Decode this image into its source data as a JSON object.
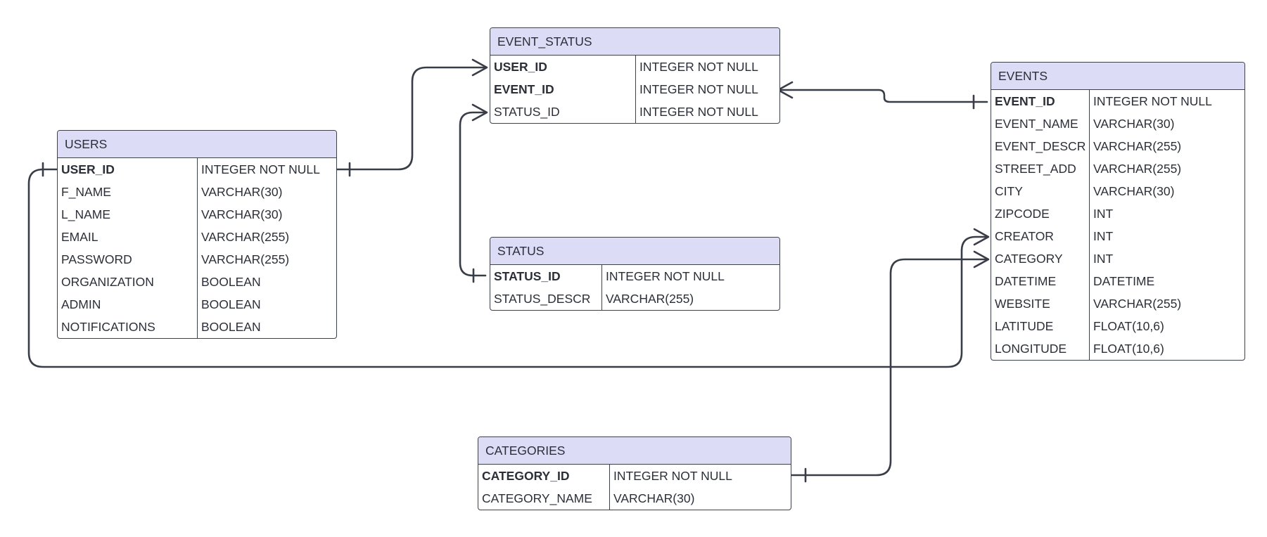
{
  "colors": {
    "header_fill": "#dcdcf7",
    "border": "#3c4049",
    "connector": "#383d47",
    "text": "#2b2f38"
  },
  "entities": {
    "users": {
      "title": "USERS",
      "fields": [
        {
          "name": "USER_ID",
          "type": "INTEGER NOT NULL",
          "key": true
        },
        {
          "name": "F_NAME",
          "type": "VARCHAR(30)",
          "key": false
        },
        {
          "name": "L_NAME",
          "type": "VARCHAR(30)",
          "key": false
        },
        {
          "name": "EMAIL",
          "type": "VARCHAR(255)",
          "key": false
        },
        {
          "name": "PASSWORD",
          "type": "VARCHAR(255)",
          "key": false
        },
        {
          "name": "ORGANIZATION",
          "type": "BOOLEAN",
          "key": false
        },
        {
          "name": "ADMIN",
          "type": "BOOLEAN",
          "key": false
        },
        {
          "name": "NOTIFICATIONS",
          "type": "BOOLEAN",
          "key": false
        }
      ]
    },
    "event_status": {
      "title": "EVENT_STATUS",
      "fields": [
        {
          "name": "USER_ID",
          "type": "INTEGER NOT NULL",
          "key": true
        },
        {
          "name": "EVENT_ID",
          "type": "INTEGER NOT NULL",
          "key": true
        },
        {
          "name": "STATUS_ID",
          "type": "INTEGER NOT NULL",
          "key": false
        }
      ]
    },
    "status": {
      "title": "STATUS",
      "fields": [
        {
          "name": "STATUS_ID",
          "type": "INTEGER NOT NULL",
          "key": true
        },
        {
          "name": "STATUS_DESCR",
          "type": "VARCHAR(255)",
          "key": false
        }
      ]
    },
    "categories": {
      "title": "CATEGORIES",
      "fields": [
        {
          "name": "CATEGORY_ID",
          "type": "INTEGER NOT NULL",
          "key": true
        },
        {
          "name": "CATEGORY_NAME",
          "type": "VARCHAR(30)",
          "key": false
        }
      ]
    },
    "events": {
      "title": "EVENTS",
      "fields": [
        {
          "name": "EVENT_ID",
          "type": "INTEGER NOT NULL",
          "key": true
        },
        {
          "name": "EVENT_NAME",
          "type": "VARCHAR(30)",
          "key": false
        },
        {
          "name": "EVENT_DESCR",
          "type": "VARCHAR(255)",
          "key": false
        },
        {
          "name": "STREET_ADD",
          "type": "VARCHAR(255)",
          "key": false
        },
        {
          "name": "CITY",
          "type": "VARCHAR(30)",
          "key": false
        },
        {
          "name": "ZIPCODE",
          "type": "INT",
          "key": false
        },
        {
          "name": "CREATOR",
          "type": "INT",
          "key": false
        },
        {
          "name": "CATEGORY",
          "type": "INT",
          "key": false
        },
        {
          "name": "DATETIME",
          "type": "DATETIME",
          "key": false
        },
        {
          "name": "WEBSITE",
          "type": "VARCHAR(255)",
          "key": false
        },
        {
          "name": "LATITUDE",
          "type": "FLOAT(10,6)",
          "key": false
        },
        {
          "name": "LONGITUDE",
          "type": "FLOAT(10,6)",
          "key": false
        }
      ]
    }
  },
  "relationships": [
    {
      "from": "users.USER_ID",
      "from_end": "one",
      "to": "event_status.USER_ID",
      "to_end": "many"
    },
    {
      "from": "event_status.EVENT_ID",
      "from_end": "many",
      "to": "events.EVENT_ID",
      "to_end": "one"
    },
    {
      "from": "status.STATUS_ID",
      "from_end": "one",
      "to": "event_status.STATUS_ID",
      "to_end": "many"
    },
    {
      "from": "users.USER_ID",
      "from_end": "one",
      "to": "events.CREATOR",
      "to_end": "many"
    },
    {
      "from": "categories.CATEGORY_ID",
      "from_end": "one",
      "to": "events.CATEGORY",
      "to_end": "many"
    }
  ]
}
